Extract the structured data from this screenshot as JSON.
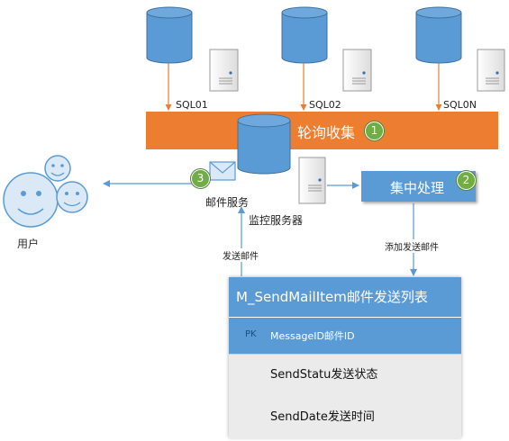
{
  "databases": {
    "sql01": "SQL01",
    "sql02": "SQL02",
    "sql0n": "SQL0N"
  },
  "polling": {
    "label": "轮询收集",
    "step": "1"
  },
  "central_processing": {
    "label": "集中处理",
    "step": "2"
  },
  "mail_service": {
    "label": "邮件服务",
    "step": "3"
  },
  "monitor_server": {
    "label": "监控服务器"
  },
  "user": {
    "label": "用户"
  },
  "edges": {
    "add_mail": "添加发送邮件",
    "send_mail": "发送邮件"
  },
  "table": {
    "title": "M_SendMailItem邮件发送列表",
    "pk_label": "PK",
    "key_field": "MessageID邮件ID",
    "fields": [
      "SendStatu发送状态",
      "SendDate发送时间"
    ]
  },
  "colors": {
    "db_blue": "#5b9bd5",
    "banner_orange": "#ed7d31",
    "badge_green": "#70ad47",
    "arrow_blue": "#5b9bd5",
    "arrow_orange": "#ed7d31"
  }
}
